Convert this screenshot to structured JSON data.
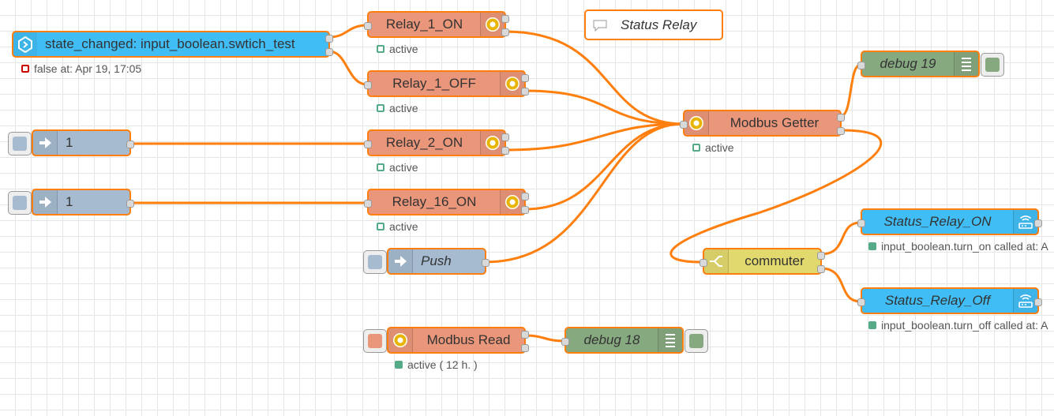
{
  "comment": {
    "label": "Status Relay"
  },
  "nodes": {
    "state_changed": {
      "label": "state_changed: input_boolean.swtich_test",
      "status": "false at: Apr 19, 17:05",
      "color": "#3fadb5"
    },
    "relay_1_on": {
      "label": "Relay_1_ON",
      "status": "active"
    },
    "relay_1_off": {
      "label": "Relay_1_OFF",
      "status": "active"
    },
    "relay_2_on": {
      "label": "Relay_2_ON",
      "status": "active"
    },
    "relay_16_on": {
      "label": "Relay_16_ON",
      "status": "active"
    },
    "inject_1": {
      "label": "1"
    },
    "inject_2": {
      "label": "1"
    },
    "inject_push": {
      "label": "Push"
    },
    "modbus_getter": {
      "label": "Modbus Getter",
      "status": "active"
    },
    "debug_19": {
      "label": "debug 19"
    },
    "commuter": {
      "label": "commuter"
    },
    "status_relay_on": {
      "label": "Status_Relay_ON",
      "status": "input_boolean.turn_on called at: A"
    },
    "status_relay_off": {
      "label": "Status_Relay_Off",
      "status": "input_boolean.turn_off called at: A"
    },
    "modbus_read": {
      "label": "Modbus Read",
      "status": "active ( 12 h. )"
    },
    "debug_18": {
      "label": "debug 18"
    }
  },
  "colors": {
    "modbus": "#e9967a",
    "inject": "#a6bbcf",
    "debug": "#87a980",
    "ha": "#41bdf5",
    "switch": "#e2d96e",
    "wire": "#ff7f0e"
  },
  "icons": {
    "modbus": "cog-icon",
    "inject": "arrow-in-icon",
    "debug": "list-icon",
    "ha_event": "home-assistant-icon",
    "ha_service": "router-icon",
    "switch": "switch-icon",
    "comment": "comment-icon"
  }
}
